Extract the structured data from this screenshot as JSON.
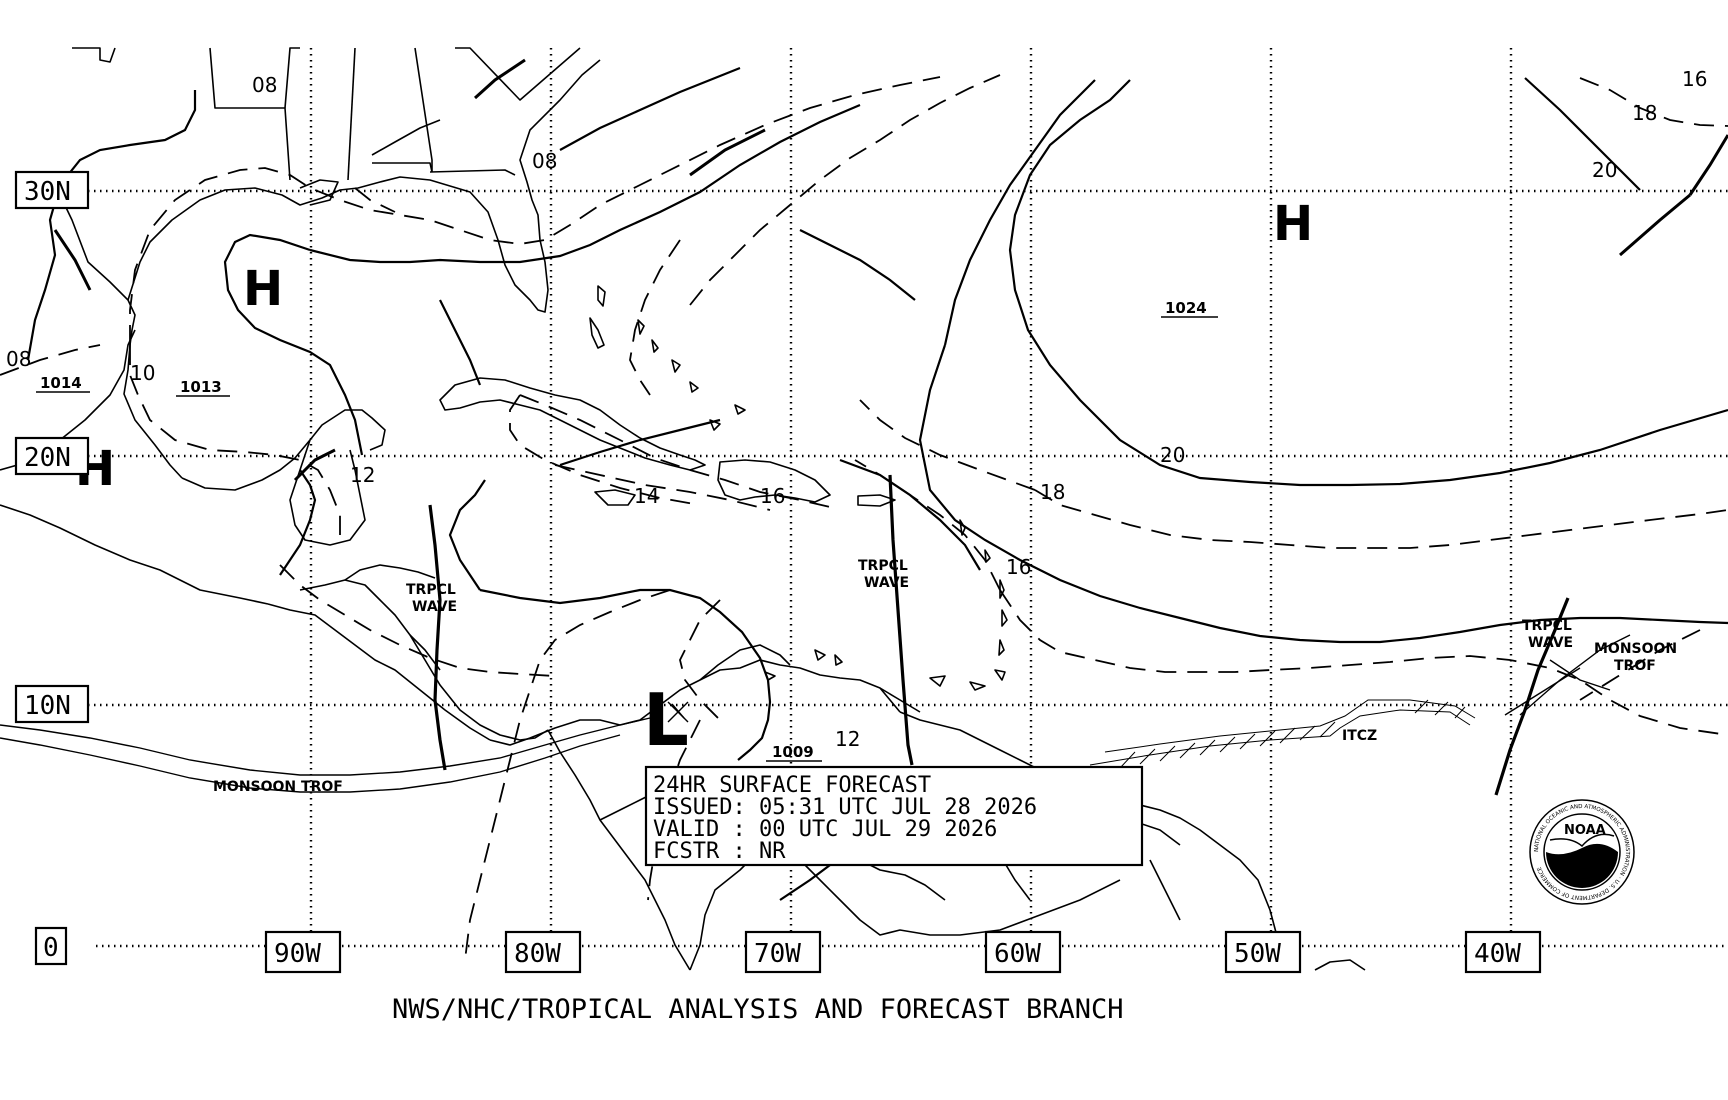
{
  "product": {
    "title_line": "24HR SURFACE FORECAST",
    "issued_line": "ISSUED: 05:31 UTC JUL 28 2026",
    "valid_line": "VALID : 00 UTC JUL 29 2026",
    "forecaster_line": "FCSTR : NR"
  },
  "footer": "NWS/NHC/TROPICAL ANALYSIS AND FORECAST BRANCH",
  "latitude_labels": [
    "30N",
    "20N",
    "10N",
    "0"
  ],
  "longitude_labels": [
    "90W",
    "80W",
    "70W",
    "60W",
    "50W",
    "40W"
  ],
  "pressure_centers": [
    {
      "type": "H",
      "value": "1013"
    },
    {
      "type": "H",
      "value": "1014"
    },
    {
      "type": "H",
      "value": "1024"
    },
    {
      "type": "L",
      "value": "1009"
    }
  ],
  "isobar_labels": [
    "08",
    "08",
    "08",
    "10",
    "12",
    "12",
    "14",
    "16",
    "16",
    "18",
    "20",
    "16",
    "18",
    "20"
  ],
  "features": {
    "tropical_wave_1": [
      "TRPCL",
      "WAVE"
    ],
    "tropical_wave_2": [
      "TRPCL",
      "WAVE"
    ],
    "tropical_wave_3": [
      "TRPCL",
      "WAVE"
    ],
    "monsoon_trof_west": "MONSOON TROF",
    "monsoon_trof_east": [
      "MONSOON",
      "TROF"
    ],
    "itcz": "ITCZ"
  },
  "logo": {
    "text": "NOAA",
    "ring_text": "NATIONAL OCEANIC AND ATMOSPHERIC ADMINISTRATION · U.S. DEPARTMENT OF COMMERCE"
  },
  "colors": {
    "ink": "#000000",
    "background": "#ffffff"
  }
}
